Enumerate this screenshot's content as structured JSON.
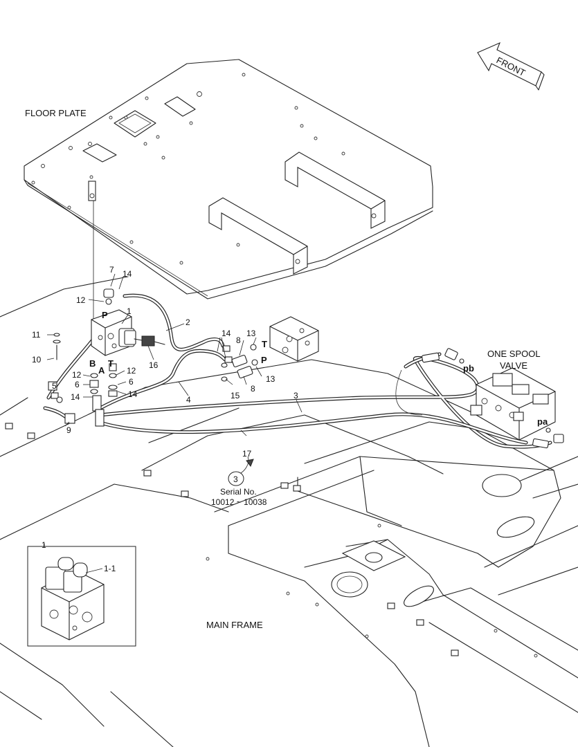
{
  "labels": {
    "floor_plate": "FLOOR PLATE",
    "main_frame": "MAIN FRAME",
    "one_spool_valve_1": "ONE SPOOL",
    "one_spool_valve_2": "VALVE",
    "front": "FRONT",
    "serial_no": "Serial No.",
    "serial_range": "10012 ~ 10038",
    "serial_circle": "3"
  },
  "ports": {
    "P": "P",
    "T": "T",
    "A": "A",
    "B": "B",
    "T2": "T",
    "P2": "P",
    "pb": "pb",
    "pa": "pa"
  },
  "callouts": {
    "n1": "1",
    "n2": "2",
    "n3": "3",
    "n4": "4",
    "n5": "5",
    "n6a": "6",
    "n6b": "6",
    "n7": "7",
    "n8a": "8",
    "n8b": "8",
    "n9": "9",
    "n10": "10",
    "n11": "11",
    "n12a": "12",
    "n12b": "12",
    "n12c": "12",
    "n13a": "13",
    "n13b": "13",
    "n14a": "14",
    "n14b": "14",
    "n14c": "14",
    "n14d": "14",
    "n15": "15",
    "n16": "16",
    "n17": "17",
    "inset_1": "1",
    "inset_1_1": "1-1"
  }
}
